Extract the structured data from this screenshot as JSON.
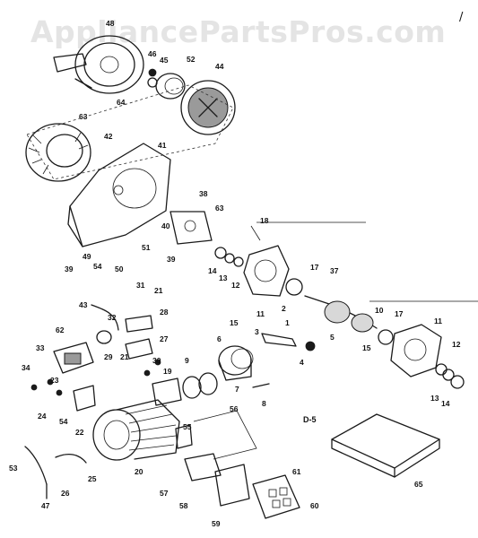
{
  "watermark": "AppliancePartsPros.com",
  "corner_mark": "/",
  "sheet_label": "D-5",
  "callouts": [
    {
      "id": "c48",
      "text": "48"
    },
    {
      "id": "c46",
      "text": "46"
    },
    {
      "id": "c45",
      "text": "45"
    },
    {
      "id": "c52",
      "text": "52"
    },
    {
      "id": "c44",
      "text": "44"
    },
    {
      "id": "c64",
      "text": "64"
    },
    {
      "id": "c63a",
      "text": "63"
    },
    {
      "id": "c42",
      "text": "42"
    },
    {
      "id": "c41",
      "text": "41"
    },
    {
      "id": "c38",
      "text": "38"
    },
    {
      "id": "c63b",
      "text": "63"
    },
    {
      "id": "c40",
      "text": "40"
    },
    {
      "id": "c18",
      "text": "18"
    },
    {
      "id": "c49",
      "text": "49"
    },
    {
      "id": "c54a",
      "text": "54"
    },
    {
      "id": "c50",
      "text": "50"
    },
    {
      "id": "c51",
      "text": "51"
    },
    {
      "id": "c39a",
      "text": "39"
    },
    {
      "id": "c39b",
      "text": "39"
    },
    {
      "id": "c14a",
      "text": "14"
    },
    {
      "id": "c13a",
      "text": "13"
    },
    {
      "id": "c12a",
      "text": "12"
    },
    {
      "id": "c17a",
      "text": "17"
    },
    {
      "id": "c37",
      "text": "37"
    },
    {
      "id": "c31",
      "text": "31"
    },
    {
      "id": "c21a",
      "text": "21"
    },
    {
      "id": "c43",
      "text": "43"
    },
    {
      "id": "c28",
      "text": "28"
    },
    {
      "id": "c32",
      "text": "32"
    },
    {
      "id": "c11a",
      "text": "11"
    },
    {
      "id": "c15a",
      "text": "15"
    },
    {
      "id": "c2",
      "text": "2"
    },
    {
      "id": "c1",
      "text": "1"
    },
    {
      "id": "c10",
      "text": "10"
    },
    {
      "id": "c17b",
      "text": "17"
    },
    {
      "id": "c11b",
      "text": "11"
    },
    {
      "id": "c62",
      "text": "62"
    },
    {
      "id": "c27",
      "text": "27"
    },
    {
      "id": "c6",
      "text": "6"
    },
    {
      "id": "c3",
      "text": "3"
    },
    {
      "id": "c5",
      "text": "5"
    },
    {
      "id": "c33",
      "text": "33"
    },
    {
      "id": "c29",
      "text": "29"
    },
    {
      "id": "c21b",
      "text": "21"
    },
    {
      "id": "c30",
      "text": "30"
    },
    {
      "id": "c4",
      "text": "4"
    },
    {
      "id": "c15b",
      "text": "15"
    },
    {
      "id": "c12b",
      "text": "12"
    },
    {
      "id": "c34",
      "text": "34"
    },
    {
      "id": "c23",
      "text": "23"
    },
    {
      "id": "c9",
      "text": "9"
    },
    {
      "id": "c19",
      "text": "19"
    },
    {
      "id": "c7",
      "text": "7"
    },
    {
      "id": "c8",
      "text": "8"
    },
    {
      "id": "c13b",
      "text": "13"
    },
    {
      "id": "c14b",
      "text": "14"
    },
    {
      "id": "c24",
      "text": "24"
    },
    {
      "id": "c54b",
      "text": "54"
    },
    {
      "id": "c22",
      "text": "22"
    },
    {
      "id": "c56",
      "text": "56"
    },
    {
      "id": "c55",
      "text": "55"
    },
    {
      "id": "c53",
      "text": "53"
    },
    {
      "id": "c25",
      "text": "25"
    },
    {
      "id": "c20",
      "text": "20"
    },
    {
      "id": "c61",
      "text": "61"
    },
    {
      "id": "c26",
      "text": "26"
    },
    {
      "id": "c57",
      "text": "57"
    },
    {
      "id": "c47",
      "text": "47"
    },
    {
      "id": "c58",
      "text": "58"
    },
    {
      "id": "c59",
      "text": "59"
    },
    {
      "id": "c60",
      "text": "60"
    },
    {
      "id": "c65",
      "text": "65"
    }
  ]
}
